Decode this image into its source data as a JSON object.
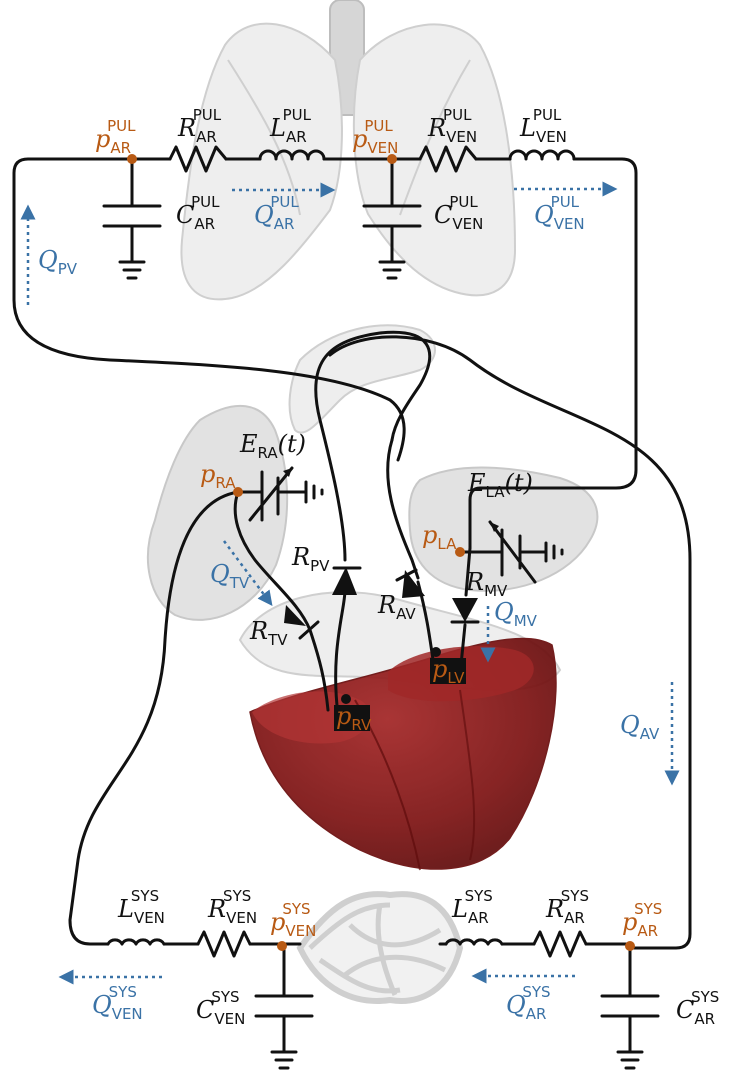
{
  "pulmonary": {
    "p_ar": {
      "main": "p",
      "sub": "AR",
      "sup": "PUL"
    },
    "r_ar": {
      "main": "R",
      "sub": "AR",
      "sup": "PUL"
    },
    "l_ar": {
      "main": "L",
      "sub": "AR",
      "sup": "PUL"
    },
    "p_ven": {
      "main": "p",
      "sub": "VEN",
      "sup": "PUL"
    },
    "r_ven": {
      "main": "R",
      "sub": "VEN",
      "sup": "PUL"
    },
    "l_ven": {
      "main": "L",
      "sub": "VEN",
      "sup": "PUL"
    },
    "c_ar": {
      "main": "C",
      "sub": "AR",
      "sup": "PUL"
    },
    "q_ar": {
      "main": "Q",
      "sub": "AR",
      "sup": "PUL"
    },
    "c_ven": {
      "main": "C",
      "sub": "VEN",
      "sup": "PUL"
    },
    "q_ven": {
      "main": "Q",
      "sub": "VEN",
      "sup": "PUL"
    }
  },
  "heart": {
    "q_pv": {
      "main": "Q",
      "sub": "PV"
    },
    "e_ra": {
      "main": "E",
      "sub": "RA",
      "suffix": "(t)"
    },
    "p_ra": {
      "main": "p",
      "sub": "RA"
    },
    "e_la": {
      "main": "E",
      "sub": "LA",
      "suffix": "(t)"
    },
    "p_la": {
      "main": "p",
      "sub": "LA"
    },
    "r_pv": {
      "main": "R",
      "sub": "PV"
    },
    "r_av": {
      "main": "R",
      "sub": "AV"
    },
    "r_mv": {
      "main": "R",
      "sub": "MV"
    },
    "q_mv": {
      "main": "Q",
      "sub": "MV"
    },
    "q_tv": {
      "main": "Q",
      "sub": "TV"
    },
    "r_tv": {
      "main": "R",
      "sub": "TV"
    },
    "p_lv": {
      "main": "p",
      "sub": "LV"
    },
    "p_rv": {
      "main": "p",
      "sub": "RV"
    },
    "q_av": {
      "main": "Q",
      "sub": "AV"
    }
  },
  "systemic": {
    "l_ven": {
      "main": "L",
      "sub": "VEN",
      "sup": "SYS"
    },
    "r_ven": {
      "main": "R",
      "sub": "VEN",
      "sup": "SYS"
    },
    "p_ven": {
      "main": "p",
      "sub": "VEN",
      "sup": "SYS"
    },
    "l_ar": {
      "main": "L",
      "sub": "AR",
      "sup": "SYS"
    },
    "r_ar": {
      "main": "R",
      "sub": "AR",
      "sup": "SYS"
    },
    "p_ar": {
      "main": "p",
      "sub": "AR",
      "sup": "SYS"
    },
    "q_ven": {
      "main": "Q",
      "sub": "VEN",
      "sup": "SYS"
    },
    "c_ven": {
      "main": "C",
      "sub": "VEN",
      "sup": "SYS"
    },
    "q_ar": {
      "main": "Q",
      "sub": "AR",
      "sup": "SYS"
    },
    "c_ar": {
      "main": "C",
      "sub": "AR",
      "sup": "SYS"
    }
  },
  "colors": {
    "wire": "#111111",
    "pressure_label": "#b85a14",
    "flow_label": "#3a72a6",
    "ventricle": "#8b1a1a",
    "organ_fill": "#e2e2e2"
  }
}
